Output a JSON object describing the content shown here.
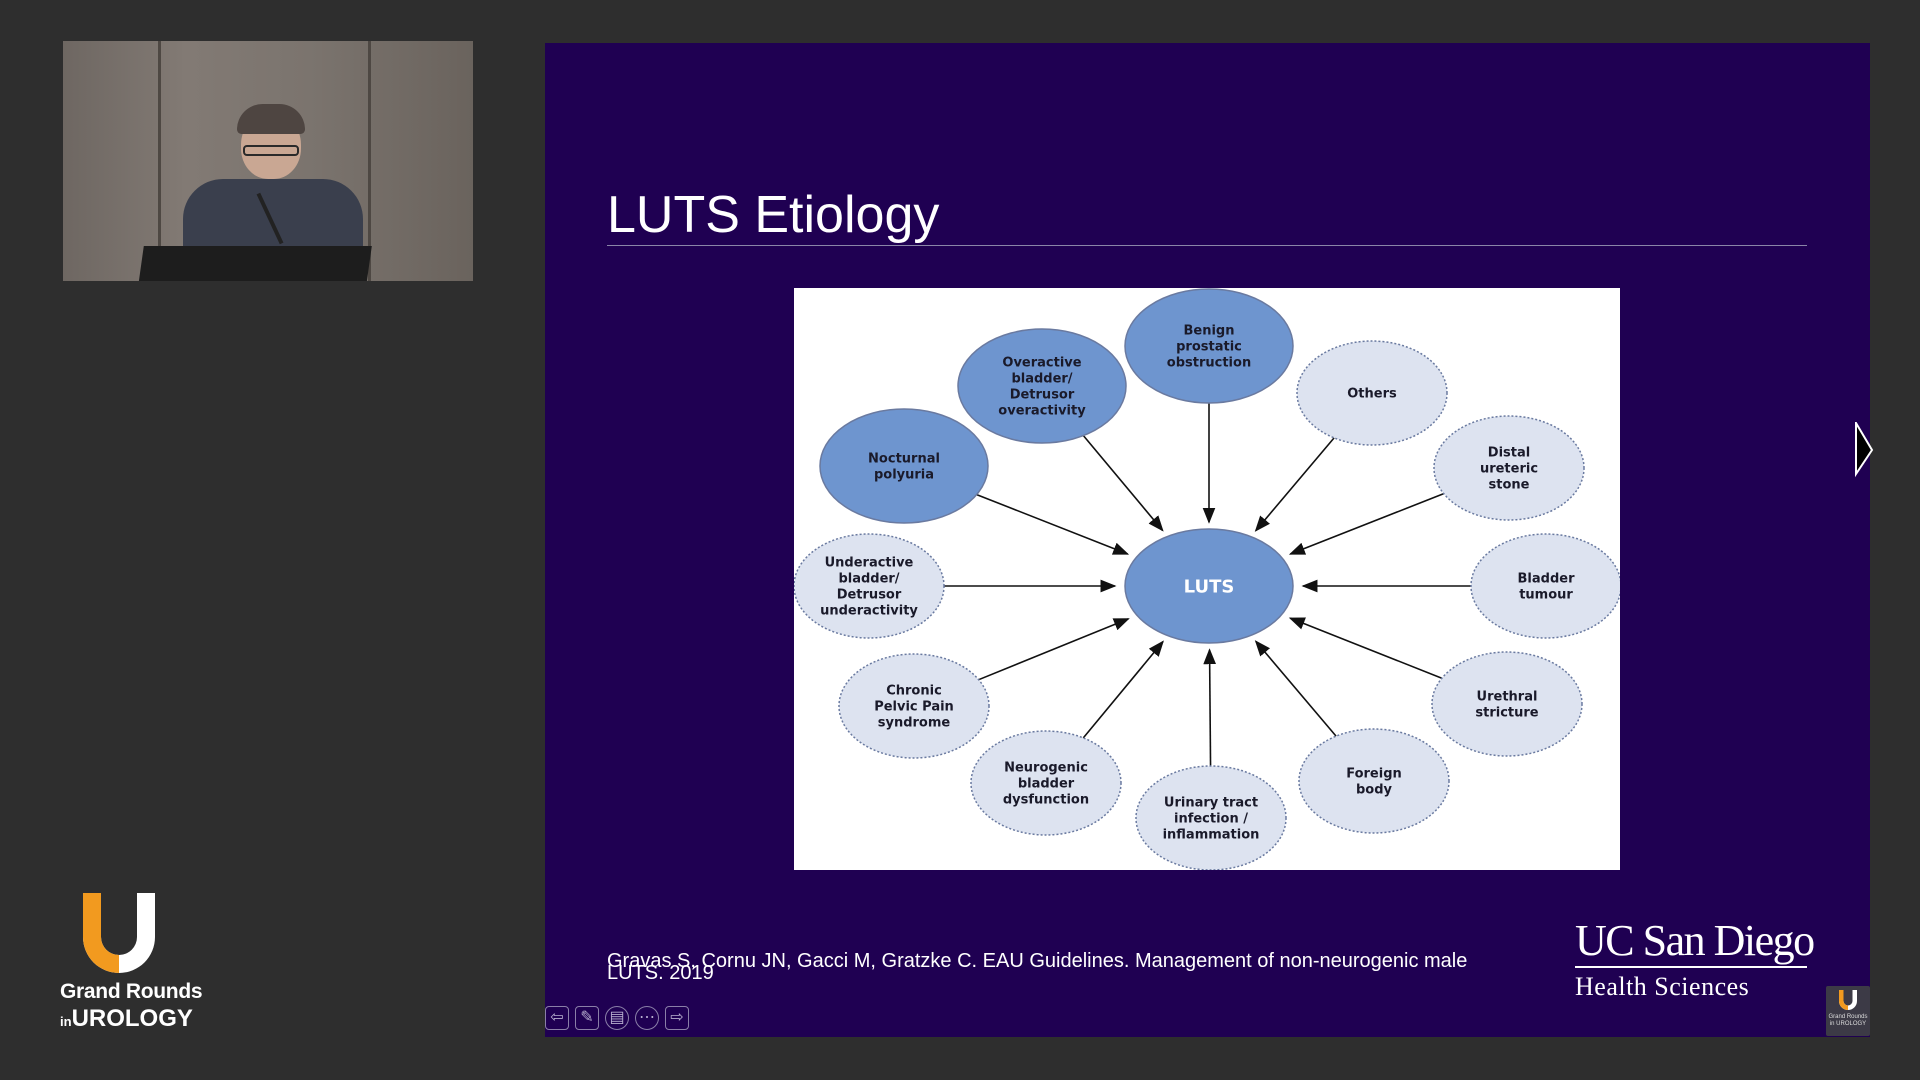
{
  "brand": {
    "line1": "Grand Rounds",
    "line2_prefix": "in",
    "line2": "UROLOGY",
    "mark": "U",
    "colors": {
      "orange": "#f29a1f",
      "white": "#ffffff"
    }
  },
  "slide": {
    "title": "LUTS Etiology",
    "background": "#1f0052",
    "citation": "Gravas S, Cornu JN, Gacci M, Gratzke C. EAU Guidelines. Management of non-neurogenic male LUTS. 2019",
    "institution": {
      "name": "UC San Diego",
      "division": "Health Sciences"
    },
    "nav": {
      "prev_icon": "arrow-left-icon",
      "pen_icon": "pen-icon",
      "slides_icon": "slides-menu-icon",
      "more_icon": "more-options-icon",
      "next_icon": "arrow-right-icon"
    },
    "mini_logo": {
      "mark": "U",
      "text": "Grand Rounds in UROLOGY"
    }
  },
  "diagram": {
    "center": "LUTS",
    "colors": {
      "dark": "#6e95cf",
      "light": "#dde3f0",
      "border": "#6a7aa0"
    },
    "nodes": [
      {
        "id": "bpo",
        "lines": [
          "Benign",
          "prostatic",
          "obstruction"
        ],
        "style": "dark"
      },
      {
        "id": "oab",
        "lines": [
          "Overactive",
          "bladder/",
          "Detrusor",
          "overactivity"
        ],
        "style": "dark"
      },
      {
        "id": "others",
        "lines": [
          "Others"
        ],
        "style": "light"
      },
      {
        "id": "noct",
        "lines": [
          "Nocturnal",
          "polyuria"
        ],
        "style": "dark"
      },
      {
        "id": "stone",
        "lines": [
          "Distal",
          "ureteric",
          "stone"
        ],
        "style": "light"
      },
      {
        "id": "uab",
        "lines": [
          "Underactive",
          "bladder/",
          "Detrusor",
          "underactivity"
        ],
        "style": "light"
      },
      {
        "id": "tumour",
        "lines": [
          "Bladder",
          "tumour"
        ],
        "style": "light"
      },
      {
        "id": "cpps",
        "lines": [
          "Chronic",
          "Pelvic Pain",
          "syndrome"
        ],
        "style": "light"
      },
      {
        "id": "stricture",
        "lines": [
          "Urethral",
          "stricture"
        ],
        "style": "light"
      },
      {
        "id": "neuro",
        "lines": [
          "Neurogenic",
          "bladder",
          "dysfunction"
        ],
        "style": "light"
      },
      {
        "id": "uti",
        "lines": [
          "Urinary tract",
          "infection /",
          "inflammation"
        ],
        "style": "light"
      },
      {
        "id": "foreign",
        "lines": [
          "Foreign",
          "body"
        ],
        "style": "light"
      }
    ]
  }
}
